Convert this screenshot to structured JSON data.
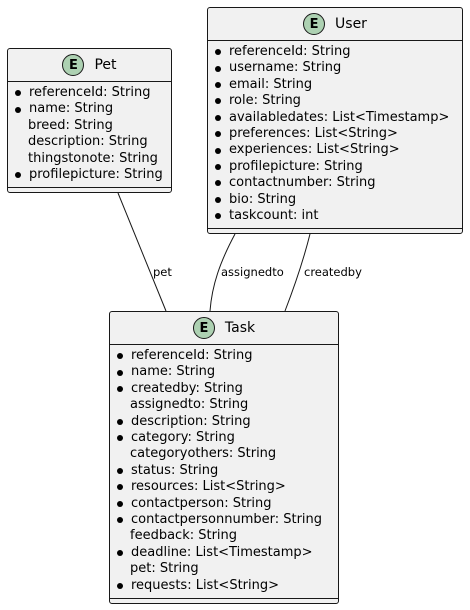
{
  "entities": {
    "pet": {
      "stereotype": "E",
      "name": "Pet",
      "fields": [
        {
          "text": "referenceId: String",
          "bullet": true
        },
        {
          "text": "name: String",
          "bullet": true
        },
        {
          "text": "breed: String",
          "bullet": false
        },
        {
          "text": "description: String",
          "bullet": false
        },
        {
          "text": "thingstonote: String",
          "bullet": false
        },
        {
          "text": "profilepicture: String",
          "bullet": true
        }
      ]
    },
    "user": {
      "stereotype": "E",
      "name": "User",
      "fields": [
        {
          "text": "referenceId: String",
          "bullet": true
        },
        {
          "text": "username: String",
          "bullet": true
        },
        {
          "text": "email: String",
          "bullet": true
        },
        {
          "text": "role: String",
          "bullet": true
        },
        {
          "text": "availabledates: List<Timestamp>",
          "bullet": true
        },
        {
          "text": "preferences: List<String>",
          "bullet": true
        },
        {
          "text": "experiences: List<String>",
          "bullet": true
        },
        {
          "text": "profilepicture: String",
          "bullet": true
        },
        {
          "text": "contactnumber: String",
          "bullet": true
        },
        {
          "text": "bio: String",
          "bullet": true
        },
        {
          "text": "taskcount: int",
          "bullet": true
        }
      ]
    },
    "task": {
      "stereotype": "E",
      "name": "Task",
      "fields": [
        {
          "text": "referenceId: String",
          "bullet": true
        },
        {
          "text": "name: String",
          "bullet": true
        },
        {
          "text": "createdby: String",
          "bullet": true
        },
        {
          "text": "assignedto: String",
          "bullet": false
        },
        {
          "text": "description: String",
          "bullet": true
        },
        {
          "text": "category: String",
          "bullet": true
        },
        {
          "text": "categoryothers: String",
          "bullet": false
        },
        {
          "text": "status: String",
          "bullet": true
        },
        {
          "text": "resources: List<String>",
          "bullet": true
        },
        {
          "text": "contactperson: String",
          "bullet": true
        },
        {
          "text": "contactpersonnumber: String",
          "bullet": true
        },
        {
          "text": "feedback: String",
          "bullet": false
        },
        {
          "text": "deadline: List<Timestamp>",
          "bullet": true
        },
        {
          "text": "pet: String",
          "bullet": false
        },
        {
          "text": "requests: List<String>",
          "bullet": true
        }
      ]
    }
  },
  "relations": [
    {
      "label": "pet"
    },
    {
      "label": "assignedto"
    },
    {
      "label": "createdby"
    }
  ],
  "colors": {
    "entity_fill": "#f1f1f1",
    "icon_fill": "#add1b2",
    "border": "#181818"
  }
}
